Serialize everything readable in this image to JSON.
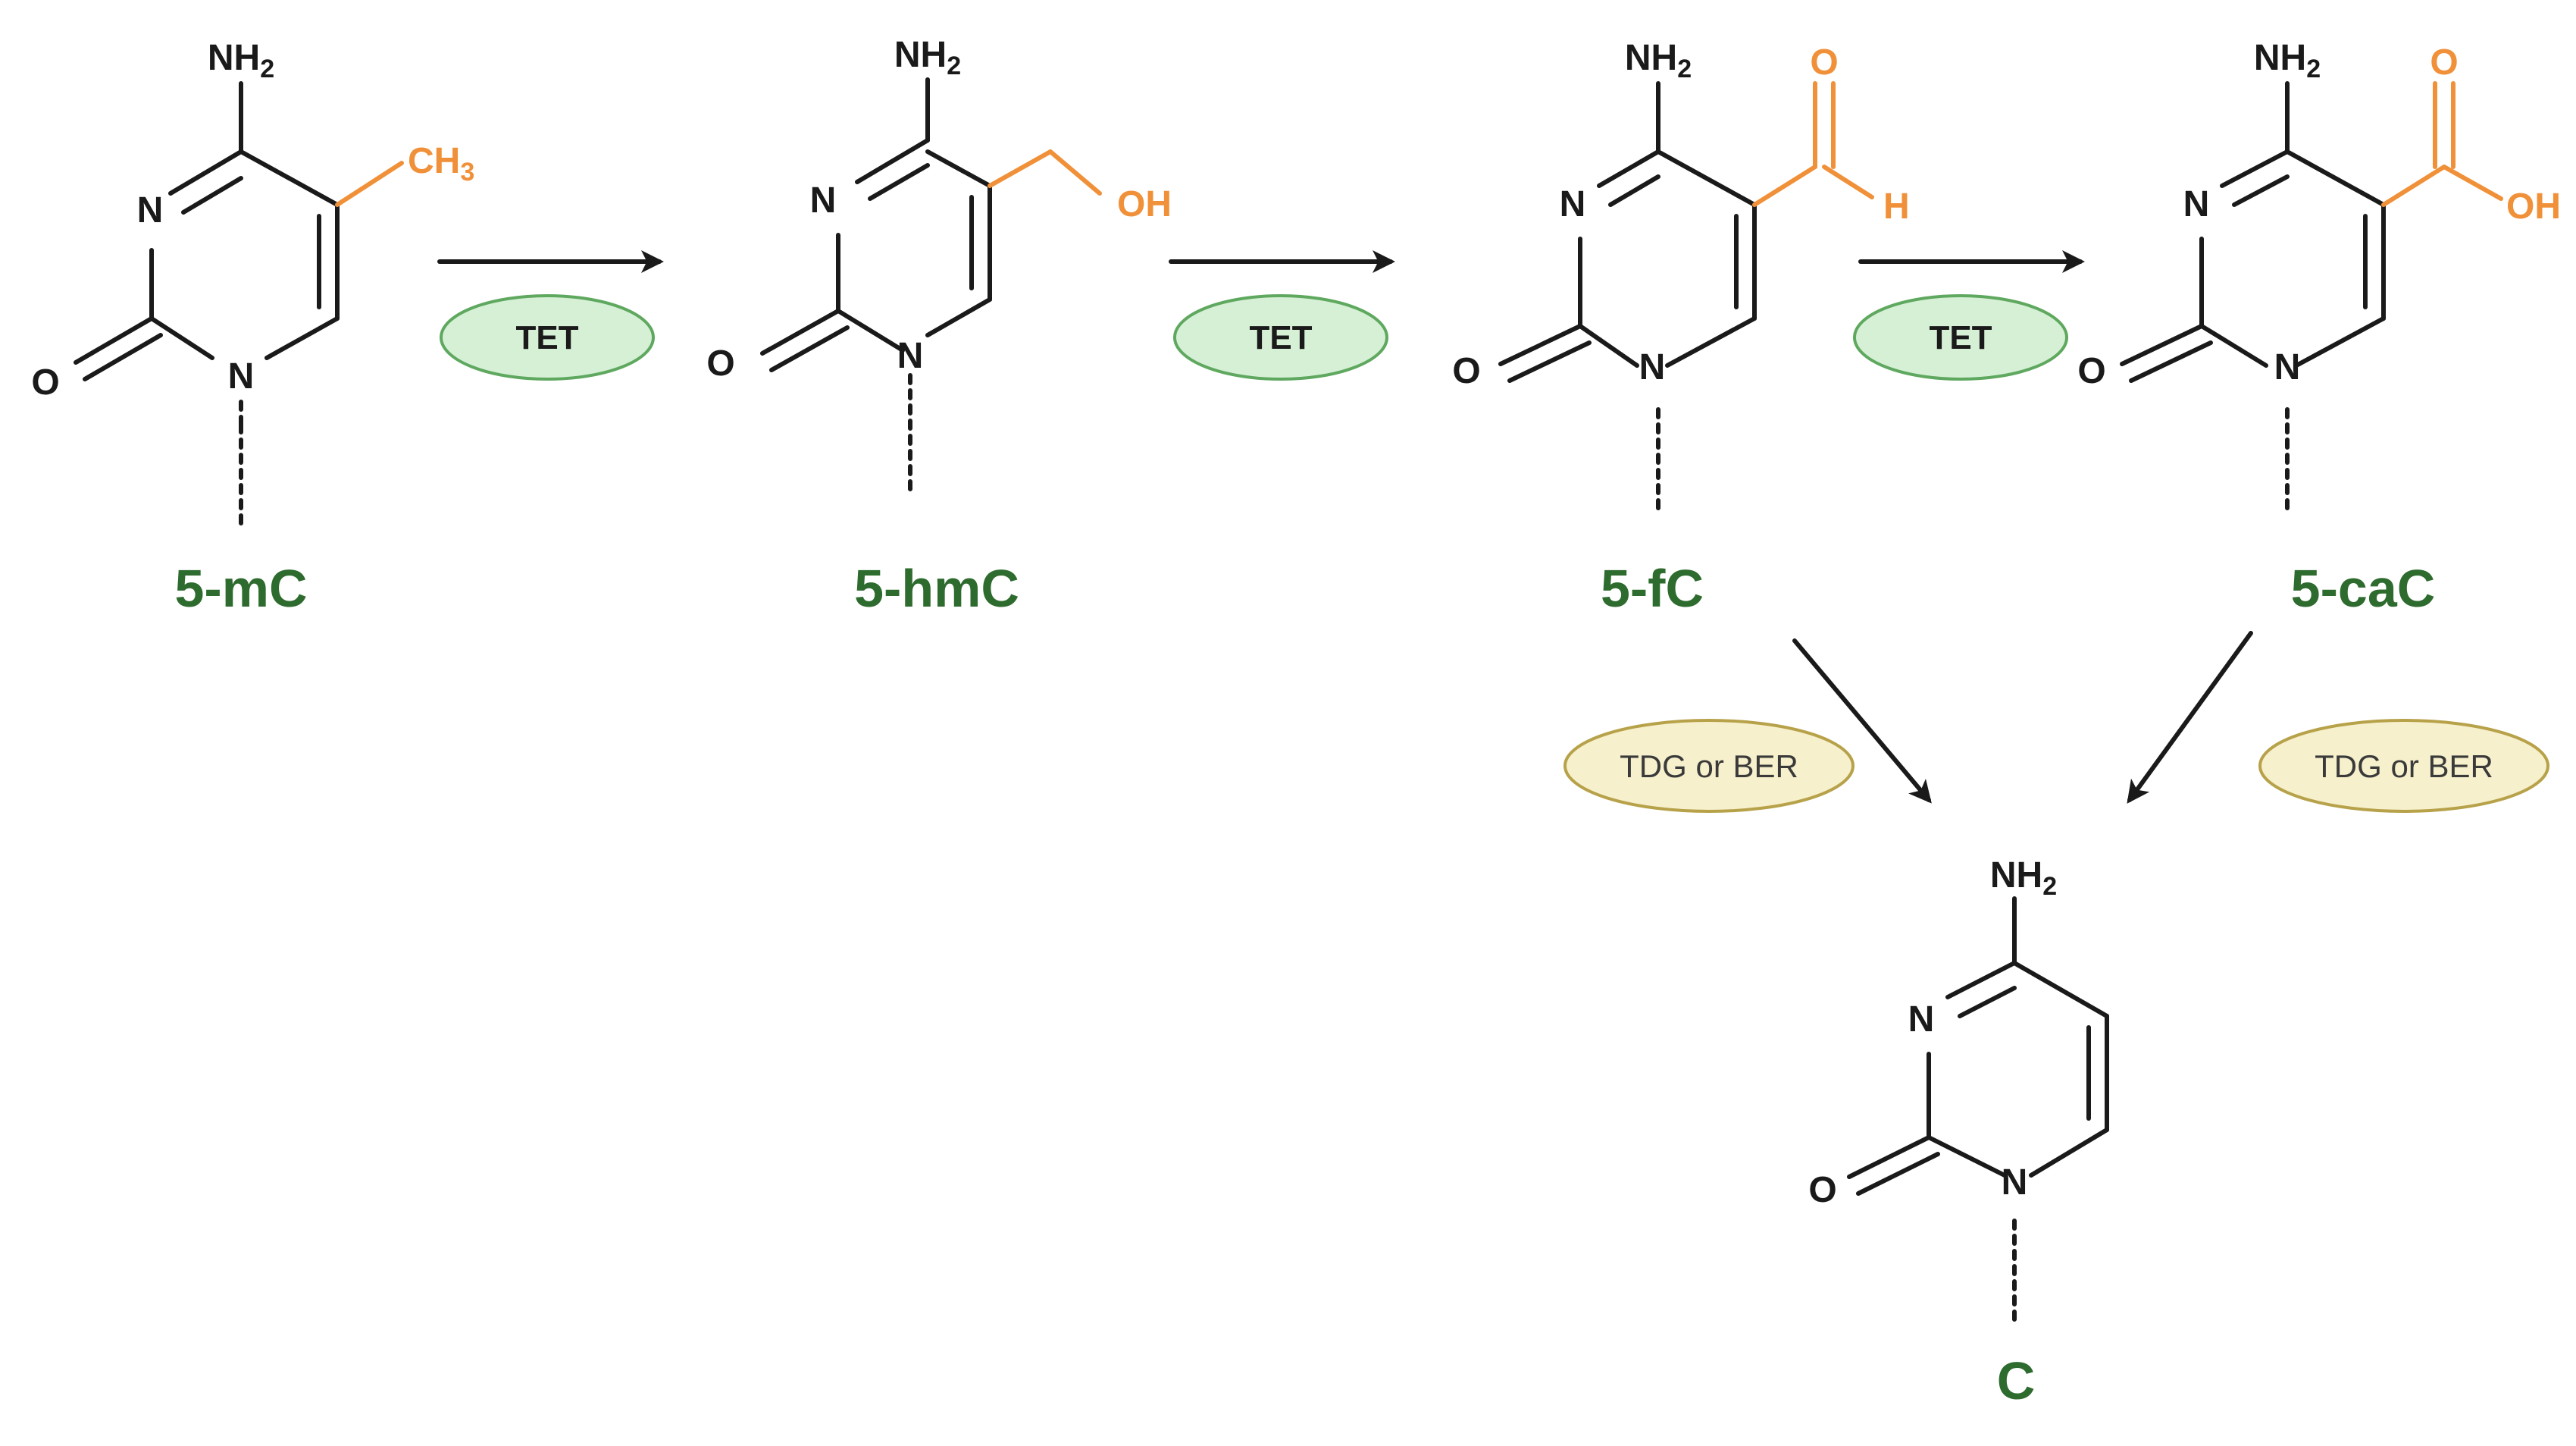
{
  "colors": {
    "bond": "#1a1a1a",
    "substituent": "#f0913a",
    "label": "#2e6b2e",
    "tet_fill": "#d6f0d6",
    "tet_stroke": "#5fa85f",
    "tdg_fill": "#f6f0cc",
    "tdg_stroke": "#b7a24a"
  },
  "atoms": {
    "amine_main": "NH",
    "amine_sub": "2",
    "ring_n": "N",
    "oxygen": "O",
    "methyl_main": "CH",
    "methyl_sub": "3",
    "hydroxyl": "OH",
    "hydrogen": "H"
  },
  "molecules": [
    {
      "label": "5-mC"
    },
    {
      "label": "5-hmC"
    },
    {
      "label": "5-fC"
    },
    {
      "label": "5-caC"
    },
    {
      "label": "C"
    }
  ],
  "enzymes": {
    "tet_1": "TET",
    "tet_2": "TET",
    "tet_3": "TET",
    "tdg_left": "TDG or BER",
    "tdg_right": "TDG or BER"
  }
}
